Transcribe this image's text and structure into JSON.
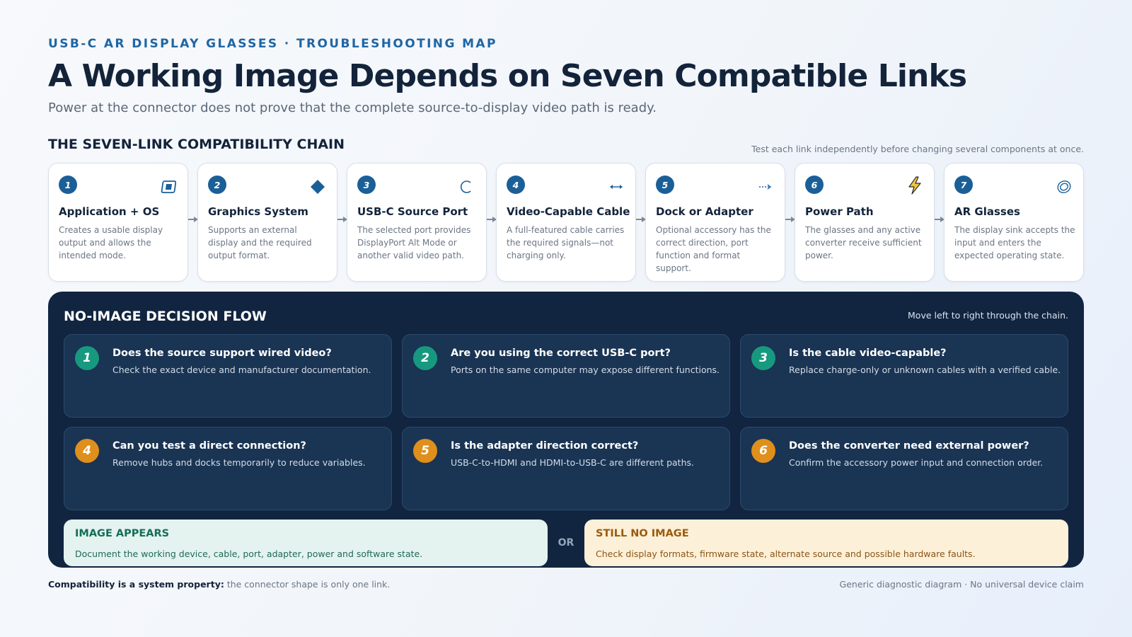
{
  "header": {
    "eyebrow": "USB-C AR DISPLAY GLASSES · TROUBLESHOOTING MAP",
    "title": "A Working Image Depends on Seven Compatible Links",
    "subtitle": "Power at the connector does not prove that the complete source-to-display video path is ready."
  },
  "chain": {
    "heading": "THE SEVEN-LINK COMPATIBILITY CHAIN",
    "note": "Test each link independently before changing several components at once.",
    "links": [
      {
        "num": "1",
        "icon": "window-icon",
        "title": "Application + OS",
        "desc": "Creates a usable display output and allows the intended mode."
      },
      {
        "num": "2",
        "icon": "diamond-icon",
        "title": "Graphics System",
        "desc": "Supports an external display and the required output format."
      },
      {
        "num": "3",
        "icon": "usb-c-port-icon",
        "title": "USB-C Source Port",
        "desc": "The selected port provides DisplayPort Alt Mode or another valid video path."
      },
      {
        "num": "4",
        "icon": "double-arrow-icon",
        "title": "Video-Capable Cable",
        "desc": "A full-featured cable carries the required signals—not charging only."
      },
      {
        "num": "5",
        "icon": "dotted-arrow-icon",
        "title": "Dock or Adapter",
        "desc": "Optional accessory has the correct direction, port function and format support."
      },
      {
        "num": "6",
        "icon": "lightning-icon",
        "title": "Power Path",
        "desc": "The glasses and any active converter receive sufficient power."
      },
      {
        "num": "7",
        "icon": "glasses-lens-icon",
        "title": "AR Glasses",
        "desc": "The display sink accepts the input and enters the expected operating state."
      }
    ]
  },
  "flow": {
    "heading": "NO-IMAGE DECISION FLOW",
    "note": "Move left to right through the chain.",
    "steps": [
      {
        "num": "1",
        "question": "Does the source support wired video?",
        "hint": "Check the exact device and manufacturer documentation."
      },
      {
        "num": "2",
        "question": "Are you using the correct USB-C port?",
        "hint": "Ports on the same computer may expose different functions."
      },
      {
        "num": "3",
        "question": "Is the cable video-capable?",
        "hint": "Replace charge-only or unknown cables with a verified cable."
      },
      {
        "num": "4",
        "question": "Can you test a direct connection?",
        "hint": "Remove hubs and docks temporarily to reduce variables."
      },
      {
        "num": "5",
        "question": "Is the adapter direction correct?",
        "hint": "USB-C-to-HDMI and HDMI-to-USB-C are different paths."
      },
      {
        "num": "6",
        "question": "Does the converter need external power?",
        "hint": "Confirm the accessory power input and connection order."
      }
    ],
    "outcome_ok": {
      "title": "IMAGE APPEARS",
      "text": "Document the working device, cable, port, adapter, power and software state."
    },
    "or_label": "OR",
    "outcome_bad": {
      "title": "STILL NO IMAGE",
      "text": "Check display formats, firmware state, alternate source and possible hardware faults."
    }
  },
  "footer": {
    "left_bold": "Compatibility is a system property:",
    "left_text": " the connector shape is only one link.",
    "right": "Generic diagnostic diagram · No universal device claim"
  },
  "colors": {
    "accent_blue": "#1b5f98",
    "teal": "#17997f",
    "amber": "#df8f1b",
    "navy_panel": "#112540"
  }
}
